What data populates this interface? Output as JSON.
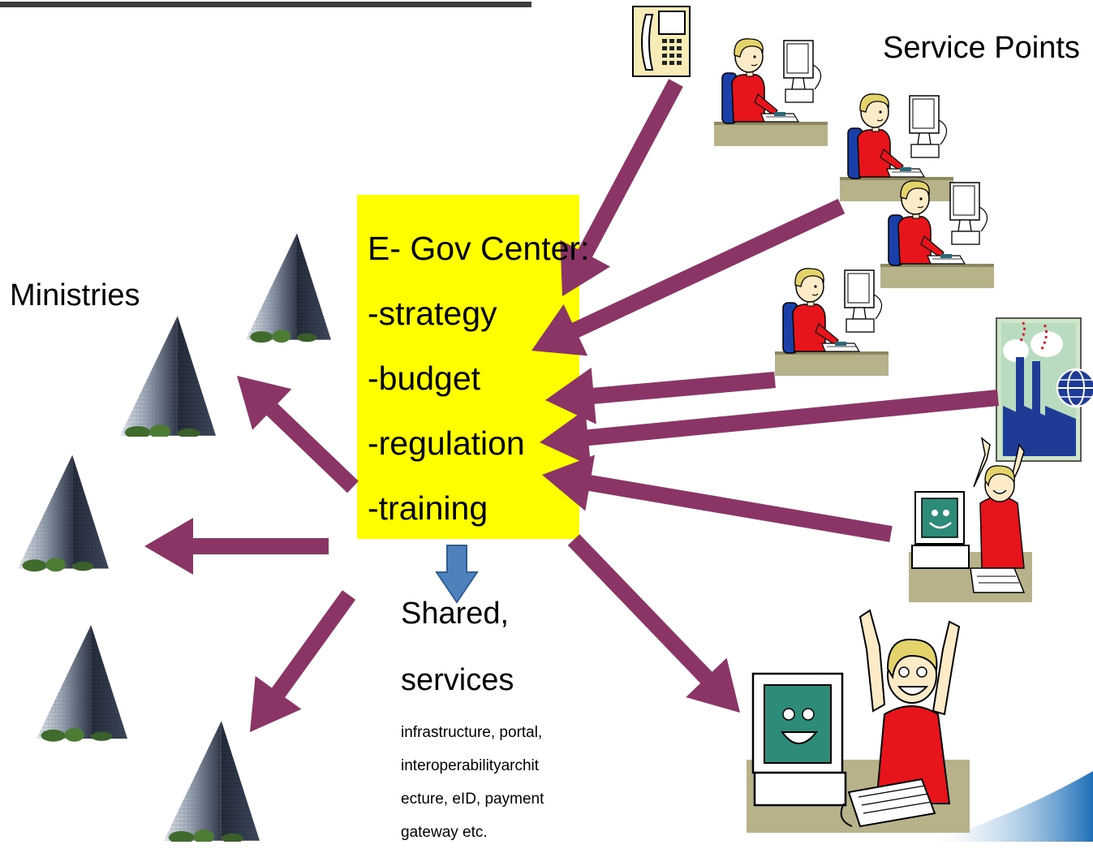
{
  "ministries_label": "Ministries",
  "service_points_label": "Service Points",
  "center": {
    "title": "E- Gov Center:",
    "items": [
      "-strategy",
      "-budget",
      "-regulation",
      "-training"
    ]
  },
  "shared": {
    "title_line1": "Shared,",
    "title_line2": "services",
    "detail_lines": [
      "infrastructure, portal,",
      "interoperabilityarchit",
      "ecture, eID, payment",
      "gateway etc."
    ]
  },
  "colors": {
    "arrow": "#8b3466",
    "center_box": "#ffff00",
    "down_arrow": "#4f81bd",
    "shirt": "#e8141c",
    "skin": "#fdebc7",
    "hair": "#e4d36a",
    "desk": "#b7b28a",
    "monitor_face": "#2e8b7a"
  },
  "icons": [
    "building-icon",
    "telephone-icon",
    "office-worker-icon",
    "factory-globe-icon",
    "happy-user-computer-icon"
  ]
}
